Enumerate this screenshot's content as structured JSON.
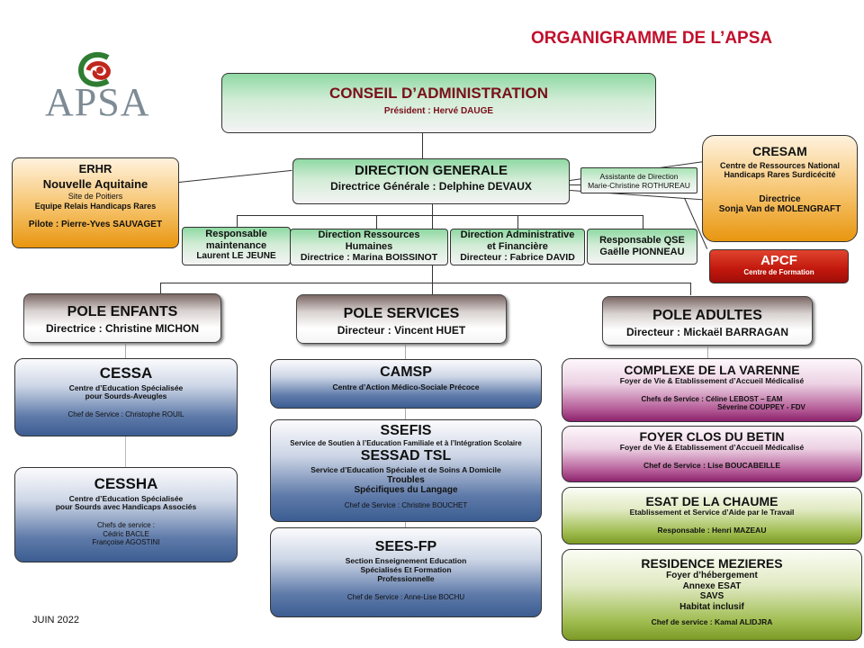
{
  "header": {
    "title": "ORGANIGRAMME  DE L’APSA",
    "logo_text": "APSA"
  },
  "conseil": {
    "title": "CONSEIL  D’ADMINISTRATION",
    "president": "Président : Hervé DAUGE"
  },
  "direction": {
    "title": "DIRECTION  GENERALE",
    "director": "Directrice Générale : Delphine DEVAUX"
  },
  "assistante": {
    "title": "Assistante  de Direction",
    "name": "Marie-Christine ROTHUREAU"
  },
  "erhr": {
    "title": "ERHR",
    "subtitle": "Nouvelle Aquitaine",
    "site": "Site de Poitiers",
    "equipe": "Equipe Relais Handicaps Rares",
    "pilote": "Pilote : Pierre-Yves SAUVAGET"
  },
  "cresam": {
    "title": "CRESAM",
    "subtitle1": "Centre de Ressources National",
    "subtitle2": "Handicaps Rares Surdicécité",
    "role": "Directrice",
    "name": "Sonja Van de MOLENGRAFT"
  },
  "apcf": {
    "title": "APCF",
    "subtitle": "Centre de Formation"
  },
  "services": [
    {
      "line1": "Responsable",
      "line2": "maintenance",
      "line3": "Laurent LE JEUNE"
    },
    {
      "line1": "Direction Ressources",
      "line2": "Humaines",
      "line3": "Directrice : Marina BOISSINOT"
    },
    {
      "line1": "Direction Administrative",
      "line2": "et Financière",
      "line3": "Directeur : Fabrice DAVID"
    },
    {
      "line1": "Responsable QSE",
      "line2": "Gaëlle PIONNEAU",
      "line3": ""
    }
  ],
  "poles": [
    {
      "title": "POLE ENFANTS",
      "director": "Directrice : Christine MICHON"
    },
    {
      "title": "POLE SERVICES",
      "director": "Directeur : Vincent HUET"
    },
    {
      "title": "POLE ADULTES",
      "director": "Directeur : Mickaël BARRAGAN"
    }
  ],
  "cessa": {
    "title": "CESSA",
    "line1": "Centre d’Education Spécialisée",
    "line2": "pour  Sourds-Aveugles",
    "chef": "Chef de Service : Christophe ROUIL"
  },
  "cessha": {
    "title": "CESSHA",
    "line1": "Centre d’Education Spécialisée",
    "line2": "pour Sourds avec  Handicaps Associés",
    "chef_label": "Chefs de service :",
    "chef1": "Cédric BACLE",
    "chef2": "Françoise AGOSTINI"
  },
  "camsp": {
    "title": "CAMSP",
    "line1": "Centre d’Action Médico-Sociale Précoce"
  },
  "ssefis": {
    "title": "SSEFIS",
    "line1": "Service de Soutien à l’Education Familiale et à l’Intégration Scolaire",
    "title2": "SESSAD TSL",
    "line2": "Service d’Education Spéciale et de  Soins A  Domicile",
    "line3": "Troubles",
    "line4": "Spécifiques du Langage",
    "chef": "Chef de Service : Christine BOUCHET"
  },
  "seesfp": {
    "title": "SEES-FP",
    "line1": "Section Enseignement Education",
    "line2": "Spécialisés  Et Formation",
    "line3": "Professionnelle",
    "chef": "Chef de Service : Anne-Lise BOCHU"
  },
  "varenne": {
    "title": "COMPLEXE DE LA VARENNE",
    "line1": "Foyer de Vie & Etablissement d’Accueil  Médicalisé",
    "chef1": "Chefs de Service : Céline LEBOST – EAM",
    "chef2": "Séverine COUPPEY - FDV"
  },
  "betin": {
    "title": "FOYER CLOS DU BETIN",
    "line1": "Foyer de Vie & Etablissement d’Accueil Médicalisé",
    "chef": "Chef de Service : Lise BOUCABEILLE"
  },
  "chaume": {
    "title": "ESAT DE LA CHAUME",
    "line1": "Etablissement et Service d’Aide par le Travail",
    "resp": "Responsable : Henri MAZEAU"
  },
  "mezieres": {
    "title": "RESIDENCE MEZIERES",
    "line1": "Foyer d’hébergement",
    "line2": "Annexe ESAT",
    "line3": "SAVS",
    "line4": "Habitat inclusif",
    "chef": "Chef de service : Kamal ALIDJRA"
  },
  "footer": {
    "date": "JUIN 2022"
  },
  "colors": {
    "title_red": "#c0102c",
    "logo_red": "#c0271c",
    "logo_green": "#2e7d32",
    "logo_grey": "#7d8b94"
  }
}
